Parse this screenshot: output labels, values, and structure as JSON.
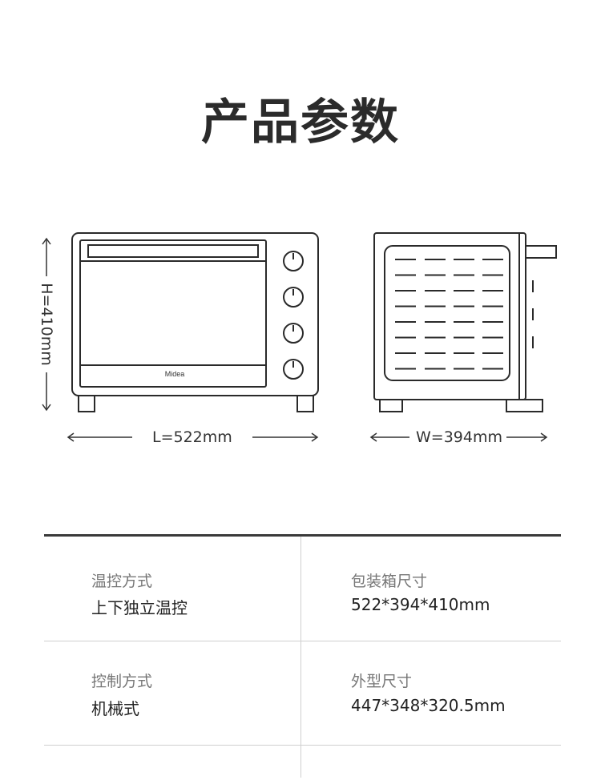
{
  "title": "产品参数",
  "dimensions": {
    "height": "H=410mm",
    "length": "L=522mm",
    "width": "W=394mm"
  },
  "brand_logo_text": "Midea",
  "specs": [
    {
      "label": "温控方式",
      "value": "上下独立温控"
    },
    {
      "label": "包装箱尺寸",
      "value": "522*394*410mm"
    },
    {
      "label": "控制方式",
      "value": "机械式"
    },
    {
      "label": "外型尺寸",
      "value": "447*348*320.5mm"
    }
  ]
}
